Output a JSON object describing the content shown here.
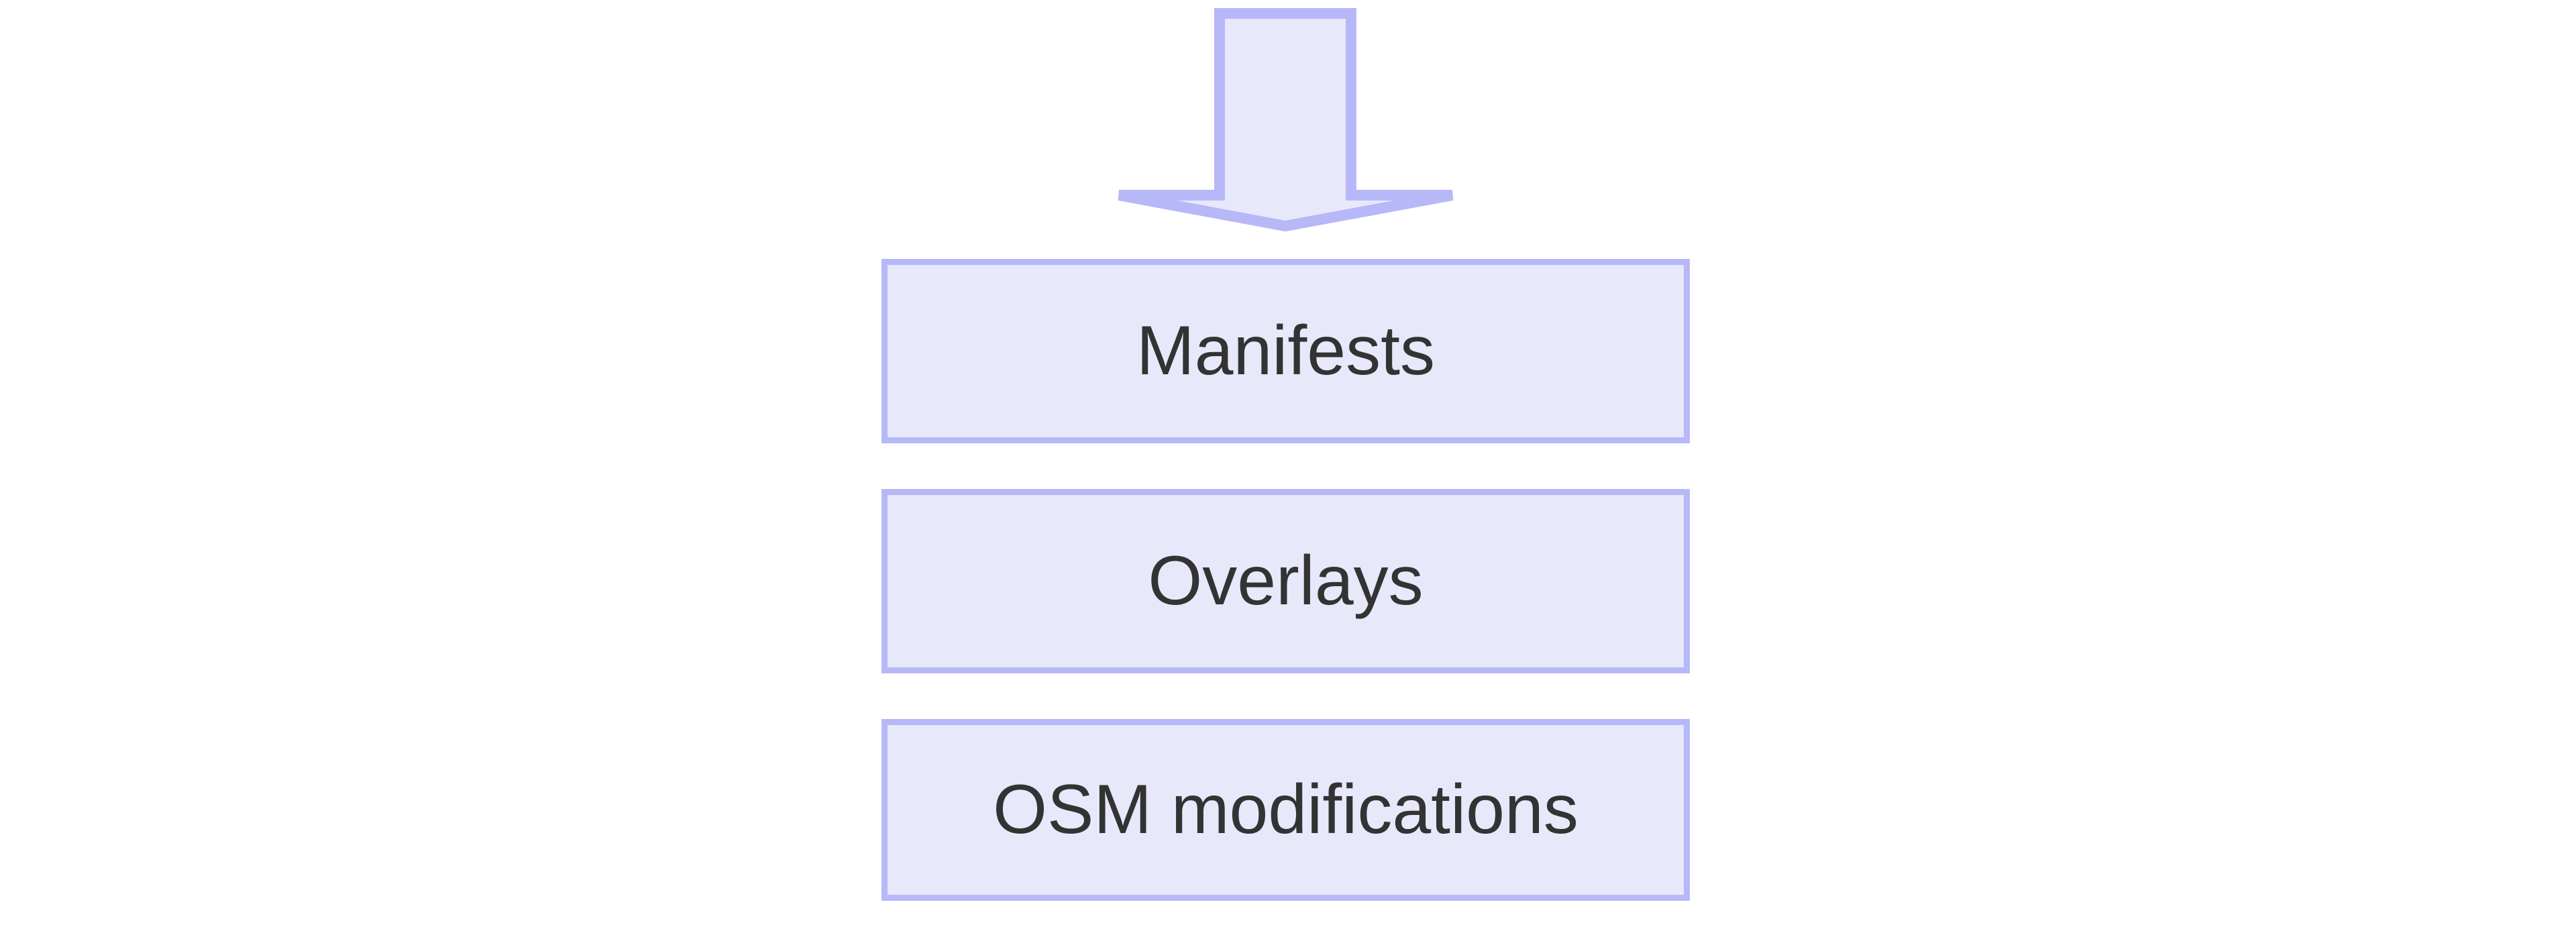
{
  "diagram": {
    "background_color": "#FFFFFF",
    "node_fill_color": "#E8E8FB",
    "node_border_color": "#B6B8F8",
    "node_text_color": "#333333",
    "arrow_fill_color": "#E8E8FB",
    "arrow_border_color": "#B6B8F8",
    "arrow": {
      "name": "down-arrow",
      "direction": "down",
      "points_to": "Manifests"
    },
    "nodes": [
      {
        "id": "manifests",
        "label": "Manifests"
      },
      {
        "id": "overlays",
        "label": "Overlays"
      },
      {
        "id": "osm-modifications",
        "label": "OSM modifications"
      }
    ]
  }
}
